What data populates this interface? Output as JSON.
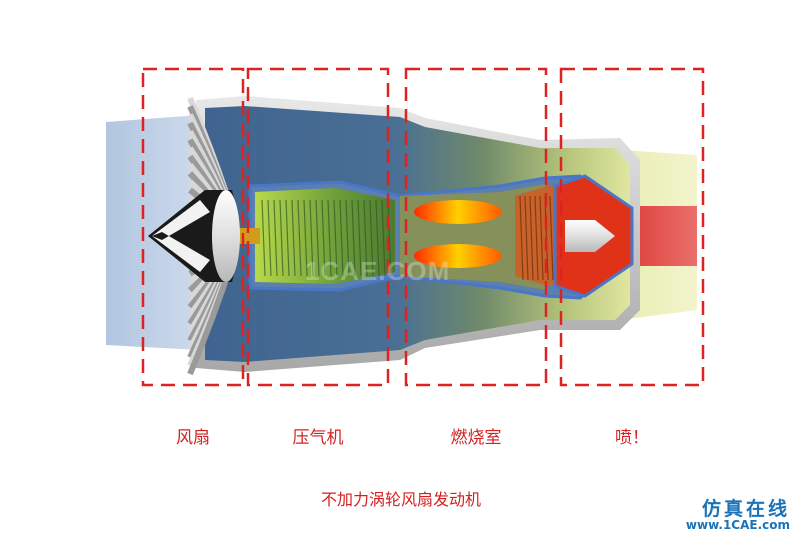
{
  "sections": [
    {
      "id": "fan",
      "label": "风扇"
    },
    {
      "id": "compressor",
      "label": "压气机"
    },
    {
      "id": "combustor",
      "label": "燃烧室"
    },
    {
      "id": "exhaust",
      "label": "喷！"
    }
  ],
  "caption": "不加力涡轮风扇发动机",
  "watermark": {
    "center": "1CAE.COM",
    "brand_line1": "仿真在线",
    "brand_line2": "www.1CAE.com"
  },
  "colors": {
    "dashed_box": "#dd2222",
    "label_text": "#d42020",
    "casing_blue": "#5a7fa6",
    "intake_air": "#a9bfdc",
    "exhaust_red": "#e02020",
    "watermark_blue": "#1a73b8"
  }
}
